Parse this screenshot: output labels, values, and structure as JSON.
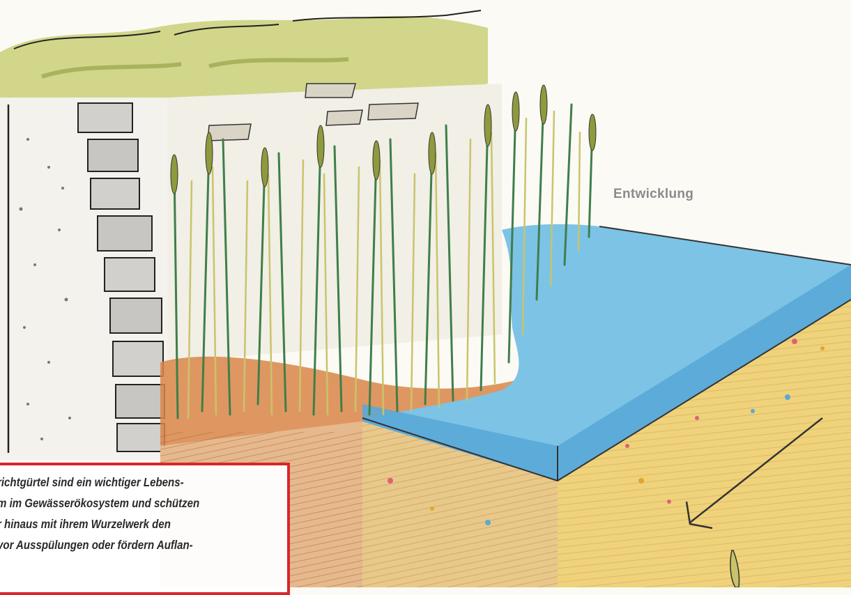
{
  "label": "Entwicklung",
  "caption": {
    "lines": [
      "richtgürtel sind ein wichtiger Lebens-",
      "m im Gewässerökosystem und schützen",
      "r hinaus mit ihrem Wurzelwerk den",
      "vor Ausspülungen oder fördern Auflan-",
      "."
    ],
    "border_color": "#d7262c"
  },
  "colors": {
    "water": "#7cc3e6",
    "water_edge": "#5aa9d6",
    "soil": "#efd27a",
    "mud": "#d98548",
    "grass": "#bcc46a",
    "reed_green": "#3f7e4a",
    "reed_yellow": "#c9c46a"
  }
}
